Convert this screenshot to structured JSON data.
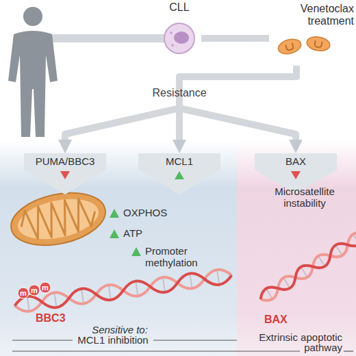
{
  "diagram": {
    "nodes": [
      {
        "text": [
          "CLL"
        ]
      },
      {
        "text": [
          "Venetoclax treatment"
        ]
      },
      {
        "text": [
          "PUMA/BBC3"
        ]
      },
      {
        "text": [
          "MCL1"
        ]
      },
      {
        "text": [
          "BAX"
        ]
      }
    ],
    "edges": [
      {
        "from": 0,
        "to": 1,
        "arrow": "none"
      },
      {
        "from": 1,
        "to": 2,
        "arrow": "to"
      },
      {
        "from": 1,
        "to": 3,
        "arrow": "to"
      },
      {
        "from": 1,
        "to": 4,
        "arrow": "to"
      }
    ],
    "labels": [
      "Resistance",
      "OXPHOS",
      "ATP",
      "m",
      "m",
      "m",
      "BBC3",
      "Promoter methylation",
      "Microsatellite instability",
      "BAX",
      "Sensitive to:",
      "MCL1 inhibition",
      "Extrinsic apoptotic pathway"
    ]
  }
}
